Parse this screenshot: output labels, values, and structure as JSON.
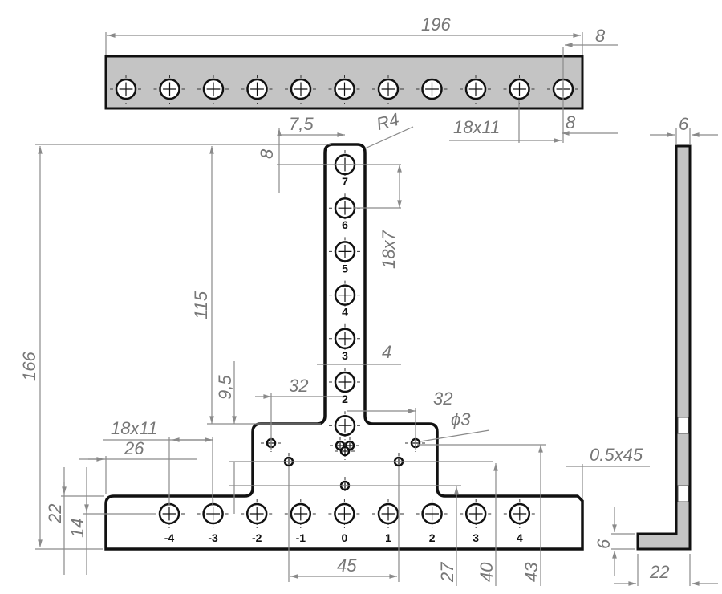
{
  "drawing": {
    "top_view": {
      "hole_count": 11
    },
    "dimensions": {
      "overall_length": "196",
      "end_offset_top": "8",
      "end_offset_right": "8",
      "hole_pitch_top": "18x11",
      "stem_half_width": "7,5",
      "corner_radius": "R4",
      "stem_top_offset": "8",
      "total_height": "166",
      "stem_height": "115",
      "stem_pitch": "18x7",
      "stem_step": "4",
      "step_height": "9,5",
      "left_small_offset": "32",
      "right_small_offset": "32",
      "small_hole_dia": "ϕ3",
      "base_pitch": "18x11",
      "base_edge": "26",
      "chamfer": "0.5x45",
      "base_height": "22",
      "base_hole_height": "14",
      "small_hole_spacing": "45",
      "height_27": "27",
      "height_40": "40",
      "height_43": "43",
      "thickness_side": "6",
      "thickness_bottom": "6",
      "foot_length": "22"
    },
    "stem_hole_labels": [
      "7",
      "6",
      "5",
      "4",
      "3",
      "2"
    ],
    "base_hole_labels": [
      "-4",
      "-3",
      "-2",
      "-1",
      "0",
      "1",
      "2",
      "3",
      "4"
    ]
  }
}
